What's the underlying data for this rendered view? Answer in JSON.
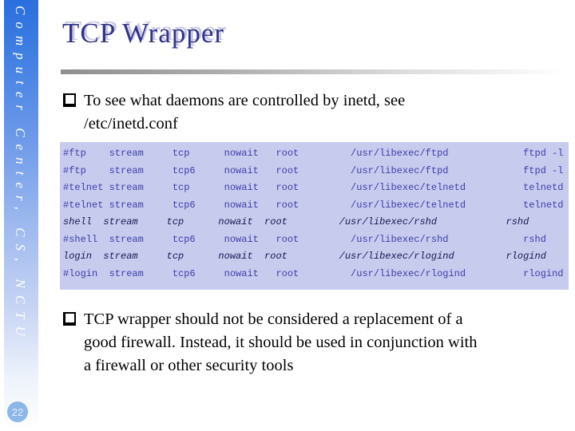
{
  "slide": {
    "sidebar_text": "Computer Center, CS, NCTU",
    "title": "TCP Wrapper",
    "page_number": "22"
  },
  "bullets": [
    {
      "text": "To see what daemons are controlled by inetd, see\n/etc/inetd.conf"
    },
    {
      "text": "TCP wrapper should not be considered a replacement of a\ngood firewall. Instead, it should be used in conjunction with\na firewall or other security tools"
    }
  ],
  "code": {
    "lines": [
      {
        "text": "#ftp    stream     tcp      nowait   root         /usr/libexec/ftpd             ftpd -l",
        "italic": false
      },
      {
        "text": "#ftp    stream     tcp6     nowait   root         /usr/libexec/ftpd             ftpd -l",
        "italic": false
      },
      {
        "text": "#telnet stream     tcp      nowait   root         /usr/libexec/telnetd          telnetd",
        "italic": false
      },
      {
        "text": "#telnet stream     tcp6     nowait   root         /usr/libexec/telnetd          telnetd",
        "italic": false
      },
      {
        "text": "shell  stream     tcp      nowait  root         /usr/libexec/rshd            rshd",
        "italic": true
      },
      {
        "text": "#shell  stream     tcp6     nowait   root         /usr/libexec/rshd             rshd",
        "italic": false
      },
      {
        "text": "login  stream     tcp      nowait  root         /usr/libexec/rlogind         rlogind",
        "italic": true
      },
      {
        "text": "#login  stream     tcp6     nowait   root         /usr/libexec/rlogind          rlogind",
        "italic": false
      }
    ]
  },
  "colors": {
    "sidebar_top_blue": "#2a6fde",
    "title_navy": "#333388",
    "title_shadow": "#c6c6e6",
    "code_background": "#c7cbee",
    "code_text": "#3e3ea8",
    "code_text_italic": "#181850",
    "page_circle_blue": "#8cb7e8"
  }
}
